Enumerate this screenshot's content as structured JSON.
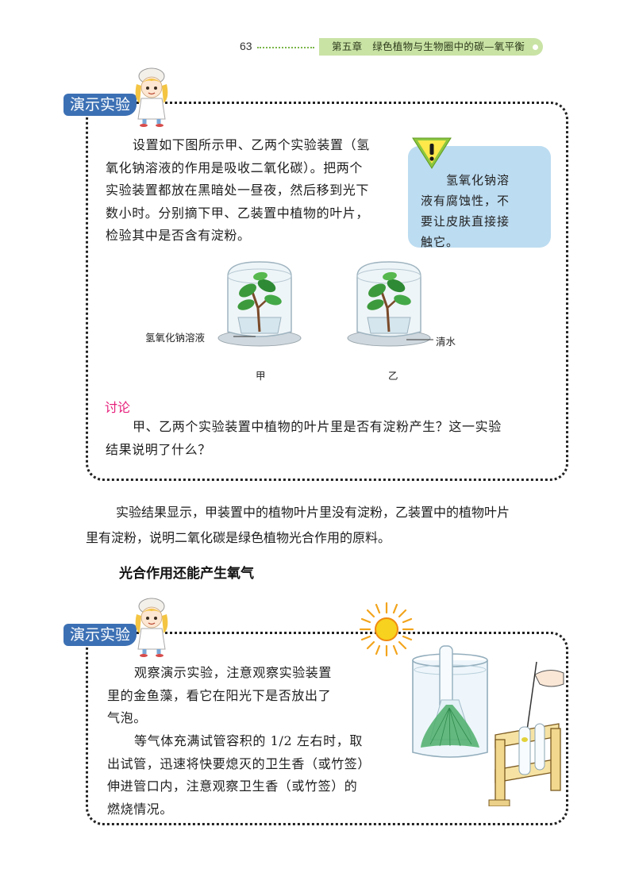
{
  "header": {
    "page_number": "63",
    "chapter_title": "第五章　绿色植物与生物圈中的碳—氧平衡"
  },
  "demo1": {
    "tag": "演示实验",
    "paragraph_lines": [
      "设置如下图所示甲、乙两个实验装置（氢",
      "氧化钠溶液的作用是吸收二氧化碳）。把两个",
      "实验装置都放在黑暗处一昼夜，然后移到光下",
      "数小时。分别摘下甲、乙装置中植物的叶片，",
      "检验其中是否含有淀粉。"
    ],
    "caution_icon": "warning-triangle-icon",
    "caution_lines": [
      "氢氧化钠溶",
      "液有腐蚀性，不",
      "要让皮肤直接接",
      "触它。"
    ],
    "label_left": "氢氧化钠溶液",
    "label_right": "清水",
    "caption_jia": "甲",
    "caption_yi": "乙",
    "discussion_title": "讨论",
    "discussion_lines": [
      "甲、乙两个实验装置中植物的叶片里是否有淀粉产生？这一实验",
      "结果说明了什么？"
    ]
  },
  "body_text": {
    "lines": [
      "实验结果显示，甲装置中的植物叶片里没有淀粉，乙装置中的植物叶片",
      "里有淀粉，说明二氧化碳是绿色植物光合作用的原料。"
    ]
  },
  "section_title": "光合作用还能产生氧气",
  "demo2": {
    "tag": "演示实验",
    "paragraph1_lines": [
      "观察演示实验，注意观察实验装置",
      "里的金鱼藻，看它在阳光下是否放出了",
      "气泡。"
    ],
    "paragraph2_lines": [
      "等气体充满试管容积的 1/2 左右时，取",
      "出试管，迅速将快要熄灭的卫生香（或竹签）",
      "伸进管口内，注意观察卫生香（或竹签）的",
      "燃烧情况。"
    ]
  },
  "colors": {
    "tag_blue": "#3c70b4",
    "header_green": "#c9e3a5",
    "caution_blue": "#bcdcf1",
    "discussion_pink": "#e6207b"
  }
}
